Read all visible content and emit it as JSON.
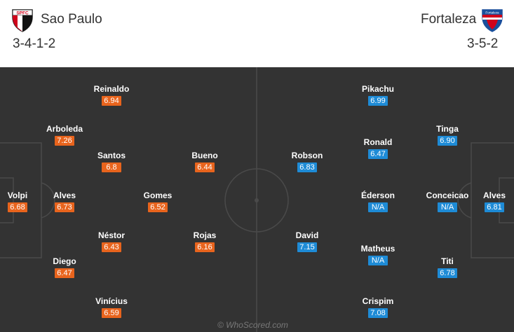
{
  "colors": {
    "pitch": "#333333",
    "pitch_lines": "#4a4a4a",
    "home_rating_bg": "#e8641d",
    "away_rating_bg": "#1e8bd6"
  },
  "home": {
    "name": "Sao Paulo",
    "formation": "3-4-1-2",
    "badge_text": "SPFC",
    "badge_icon": "sao-paulo-crest-icon",
    "players": [
      {
        "name": "Volpi",
        "rating": "6.68"
      },
      {
        "name": "Arboleda",
        "rating": "7.26"
      },
      {
        "name": "Alves",
        "rating": "6.73"
      },
      {
        "name": "Diego",
        "rating": "6.47"
      },
      {
        "name": "Reinaldo",
        "rating": "6.94"
      },
      {
        "name": "Santos",
        "rating": "6.8"
      },
      {
        "name": "Néstor",
        "rating": "6.43"
      },
      {
        "name": "Vinícius",
        "rating": "6.59"
      },
      {
        "name": "Gomes",
        "rating": "6.52"
      },
      {
        "name": "Bueno",
        "rating": "6.44"
      },
      {
        "name": "Rojas",
        "rating": "6.16"
      }
    ]
  },
  "away": {
    "name": "Fortaleza",
    "formation": "3-5-2",
    "badge_text": "Fortaleza",
    "badge_icon": "fortaleza-crest-icon",
    "players": [
      {
        "name": "Alves",
        "rating": "6.81"
      },
      {
        "name": "Tinga",
        "rating": "6.90"
      },
      {
        "name": "Conceicao",
        "rating": "N/A"
      },
      {
        "name": "Titi",
        "rating": "6.78"
      },
      {
        "name": "Pikachu",
        "rating": "6.99"
      },
      {
        "name": "Ronald",
        "rating": "6.47"
      },
      {
        "name": "Éderson",
        "rating": "N/A"
      },
      {
        "name": "Matheus",
        "rating": "N/A"
      },
      {
        "name": "Crispim",
        "rating": "7.08"
      },
      {
        "name": "Robson",
        "rating": "6.83"
      },
      {
        "name": "David",
        "rating": "7.15"
      }
    ]
  },
  "watermark": "© WhoScored.com"
}
